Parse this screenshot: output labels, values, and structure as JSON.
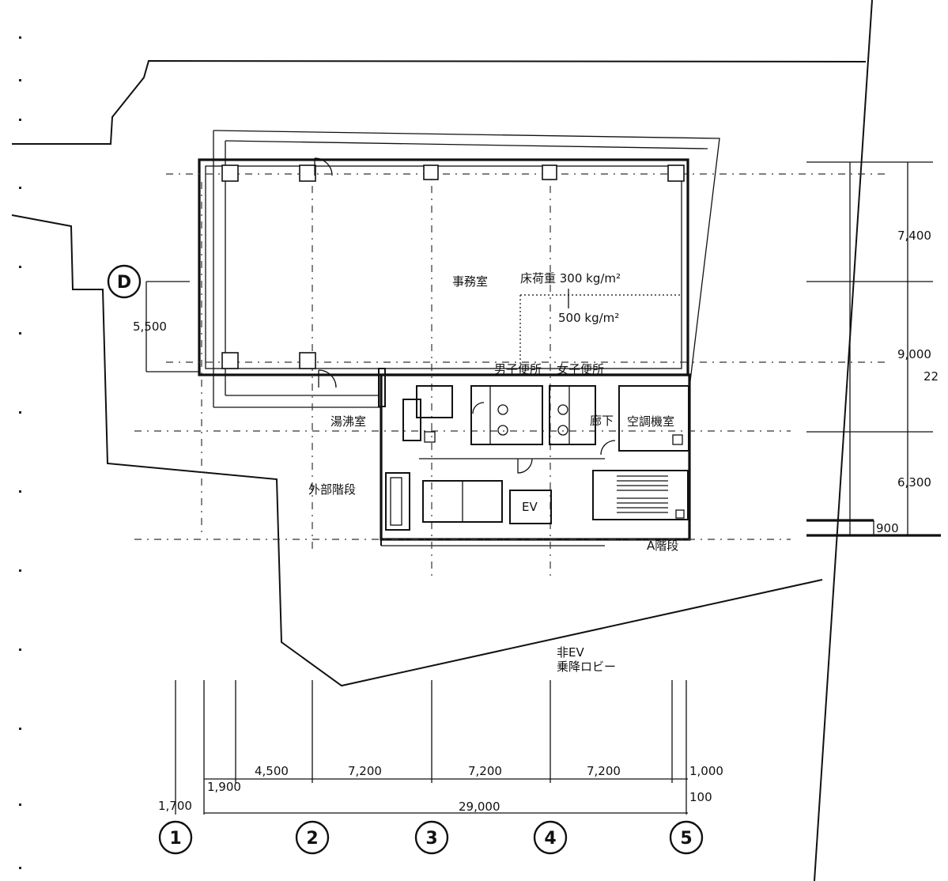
{
  "rooms": {
    "office": "事務室",
    "floor_load": "床荷重 300 kg/m²",
    "floor_load_range": "500 kg/m²",
    "mens_toilet": "男子便所",
    "womens_toilet": "女子便所",
    "corridor": "廊下",
    "ac_room": "空調機室",
    "water_room": "湯沸室",
    "ext_stair": "外部階段",
    "ev": "EV",
    "a_stair": "A階段",
    "emergency_ev": "非EV",
    "emergency_ev_lobby": "乗降ロビー"
  },
  "axes": {
    "row": "D",
    "columns": [
      "1",
      "2",
      "3",
      "4",
      "5"
    ]
  },
  "dimensions": {
    "d1": "1,700",
    "d2": "1,900",
    "d3": "4,500",
    "d4": "7,200",
    "d5": "7,200",
    "d6": "7,200",
    "d7": "1,000",
    "d8": "100",
    "total": "29,000",
    "left_span": "5,500",
    "r1": "7,400",
    "r2": "9,000",
    "r2b": "22",
    "r3": "6,300",
    "r4": "900"
  }
}
